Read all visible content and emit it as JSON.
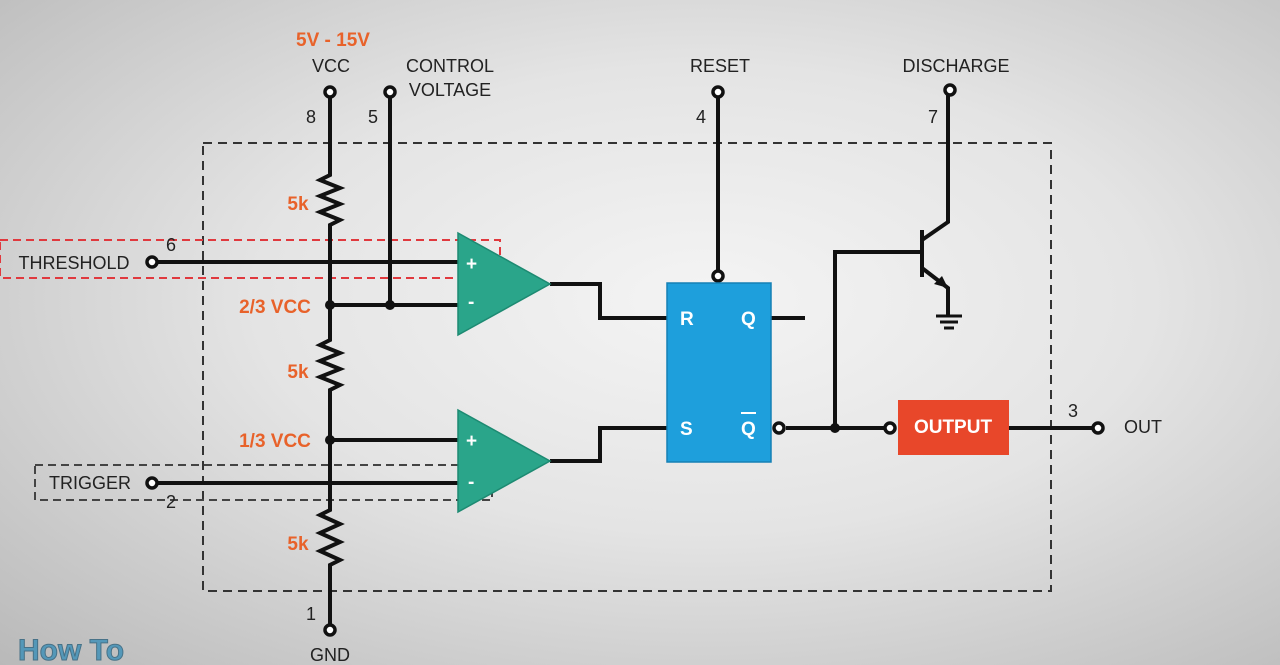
{
  "supply": {
    "range": "5V - 15V",
    "vcc": "VCC",
    "gnd": "GND"
  },
  "pins": {
    "vcc": {
      "number": "8"
    },
    "control": {
      "number": "5",
      "label_line1": "CONTROL",
      "label_line2": "VOLTAGE"
    },
    "reset": {
      "number": "4",
      "label": "RESET"
    },
    "discharge": {
      "number": "7",
      "label": "DISCHARGE"
    },
    "threshold": {
      "number": "6",
      "label": "THRESHOLD"
    },
    "trigger": {
      "number": "2",
      "label": "TRIGGER"
    },
    "gnd": {
      "number": "1"
    },
    "out": {
      "number": "3",
      "label": "OUT"
    }
  },
  "divider": {
    "resistor_label": "5k",
    "node_upper": "2/3 VCC",
    "node_lower": "1/3 VCC"
  },
  "comparators": {
    "plus": "+",
    "minus": "-"
  },
  "flipflop": {
    "r": "R",
    "s": "S",
    "q": "Q",
    "qbar": "Q"
  },
  "output_block": "OUTPUT",
  "watermark": "How To",
  "colors": {
    "comparator": "#2aa58a",
    "flipflop": "#1e9fdc",
    "output": "#e8472a",
    "accent": "#e8622a",
    "highlight_box": "#e0393e"
  }
}
